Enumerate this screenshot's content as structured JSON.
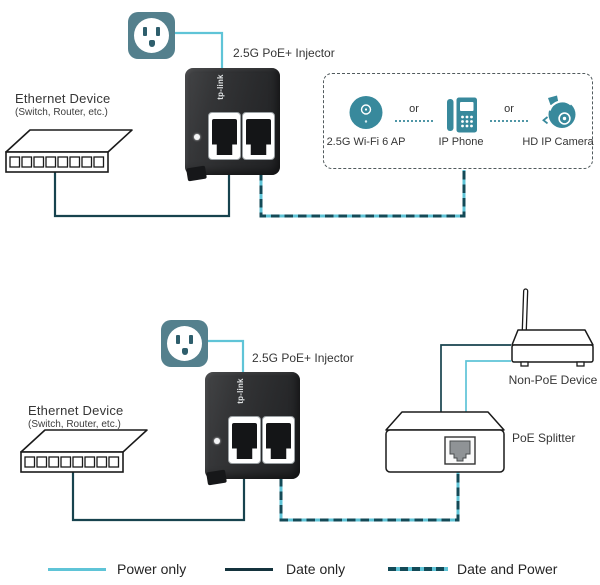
{
  "colors": {
    "power_line_cyan": "#5FC4D7",
    "data_line_dark_teal": "#17434E",
    "data_power_dash_dark": "#134A57",
    "icon_teal": "#38899C",
    "outlet_teal": "#54808D",
    "injector_body_black": "#2B2C2E"
  },
  "shared": {
    "injector_label": "2.5G PoE+ Injector",
    "injector_brand": "tp-link",
    "ethernet_device_title": "Ethernet Device",
    "ethernet_device_subtitle": "(Switch, Router, etc.)",
    "or_separator": "or"
  },
  "top_diagram": {
    "powered_devices": [
      {
        "icon": "wifi-ap-icon",
        "label": "2.5G Wi-Fi 6 AP"
      },
      {
        "icon": "ip-phone-icon",
        "label": "IP Phone"
      },
      {
        "icon": "hd-ip-camera-icon",
        "label": "HD IP Camera"
      }
    ]
  },
  "bottom_diagram": {
    "non_poe_device_label": "Non-PoE Device",
    "poe_splitter_label": "PoE Splitter"
  },
  "legend": [
    {
      "style": "power-only",
      "label": "Power only"
    },
    {
      "style": "data-only",
      "label": "Date only"
    },
    {
      "style": "data-and-power",
      "label": "Date and Power"
    }
  ]
}
